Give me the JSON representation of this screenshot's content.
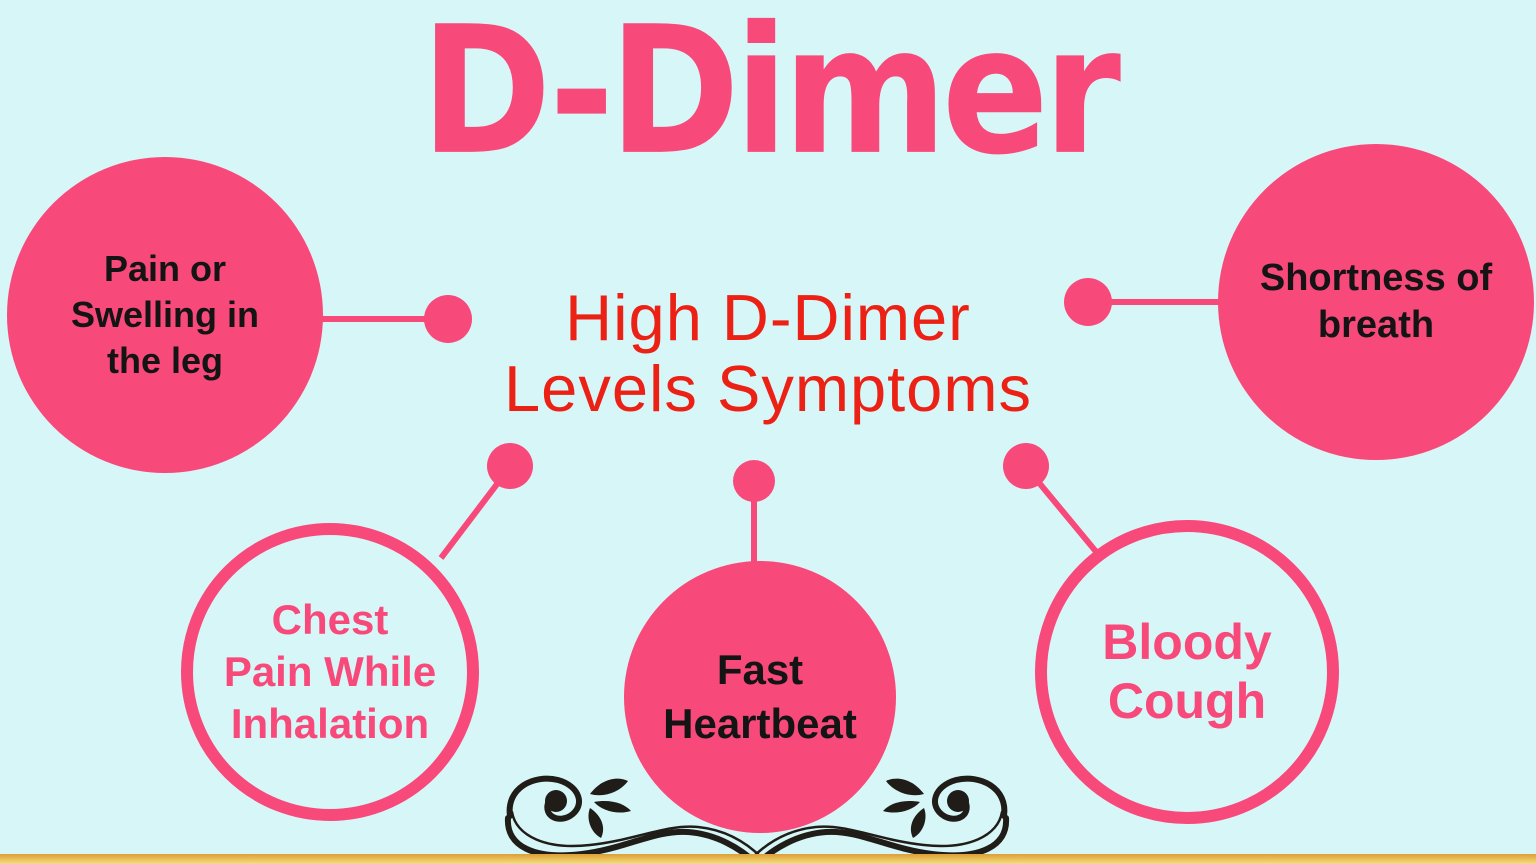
{
  "title": "D-Dimer",
  "center_heading": {
    "line1": "High D-Dimer",
    "line2": "Levels Symptoms"
  },
  "symptoms": [
    {
      "id": "pain-or-swelling-in-the-leg",
      "style": "filled",
      "lines": [
        "Pain or",
        "Swelling in",
        "the leg"
      ]
    },
    {
      "id": "shortness-of-breath",
      "style": "filled",
      "lines": [
        "Shortness of",
        "breath"
      ]
    },
    {
      "id": "chest-pain-while-inhalation",
      "style": "outlined",
      "lines": [
        "Chest",
        "Pain While",
        "Inhalation"
      ]
    },
    {
      "id": "fast-heartbeat",
      "style": "filled",
      "lines": [
        "Fast",
        "Heartbeat"
      ]
    },
    {
      "id": "bloody-cough",
      "style": "outlined",
      "lines": [
        "Bloody",
        "Cough"
      ]
    }
  ],
  "colors": {
    "background": "#d7f6f8",
    "pink": "#f8497b",
    "heading_red": "#ec2115",
    "circle_text_dark": "#141414",
    "flourish_black": "#201d18",
    "gold_bar_top": "#dd9e38",
    "gold_bar_bottom": "#f2dd8a"
  }
}
